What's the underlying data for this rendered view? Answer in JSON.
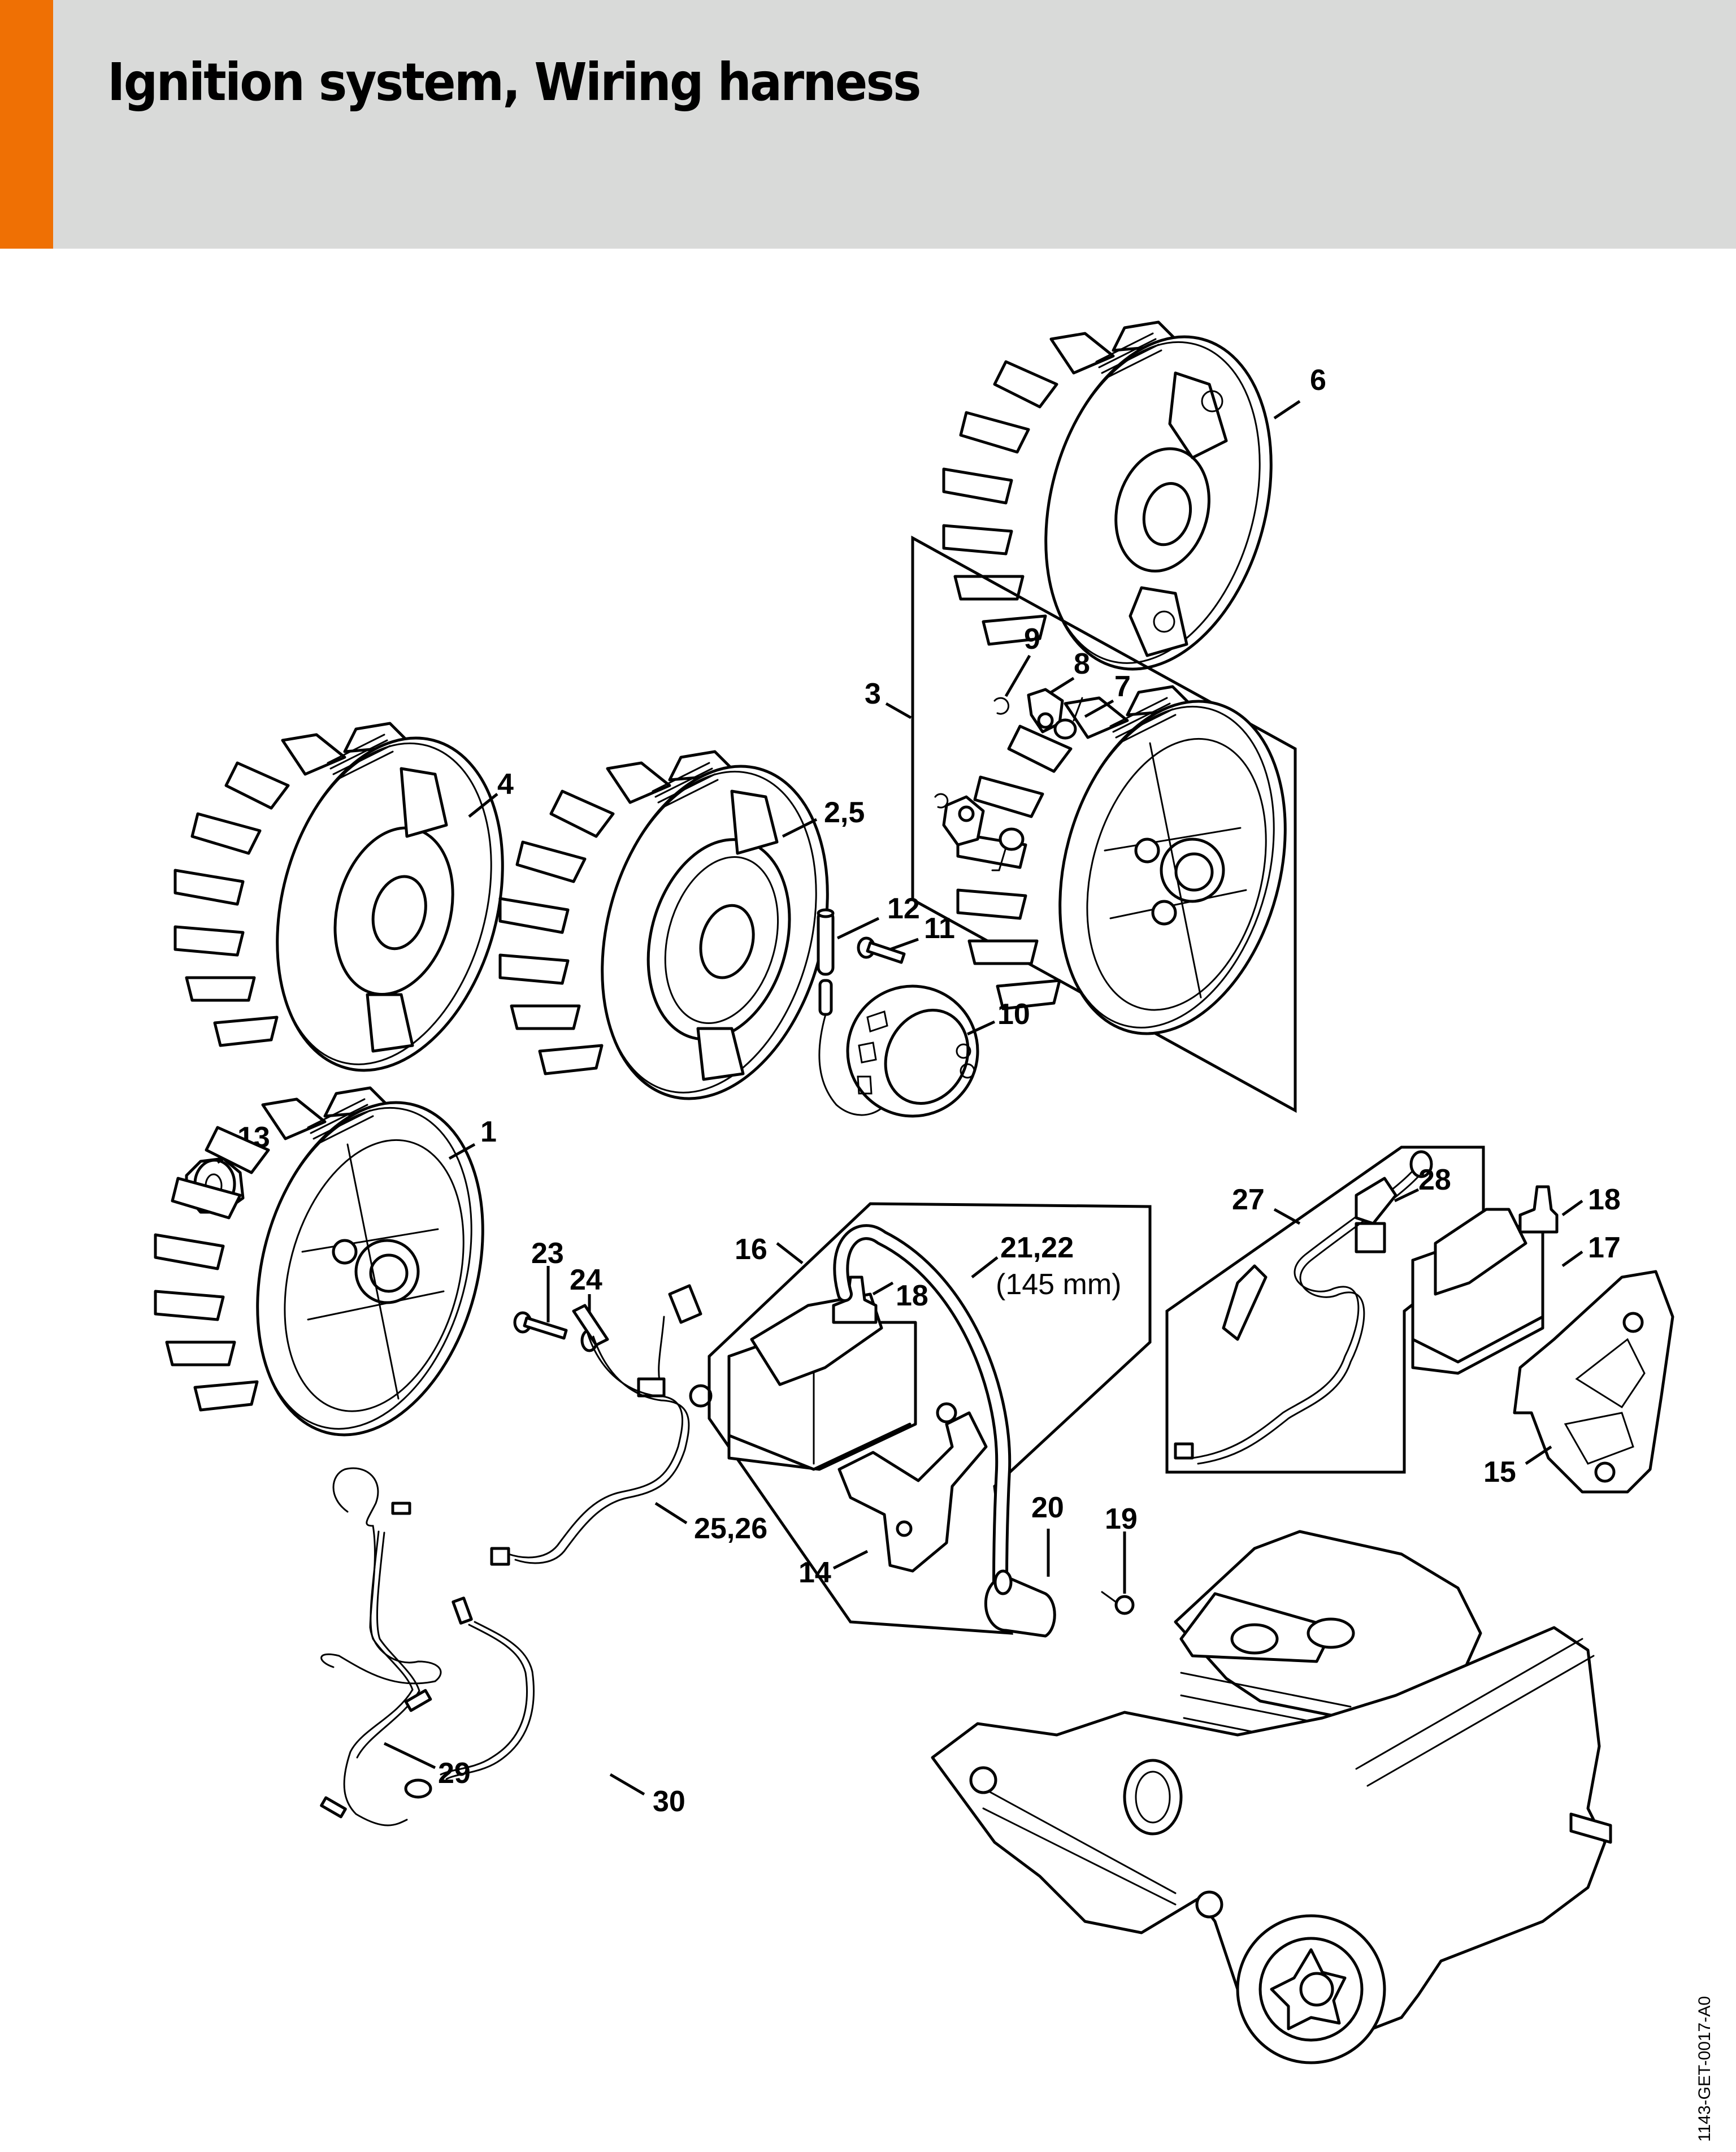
{
  "page": {
    "title": "Ignition system, Wiring harness",
    "accent_color": "#ef7004",
    "header_color": "#d9dad9",
    "drawing_reference": "1143-GET-0017-A0"
  },
  "callouts": {
    "c1": "1",
    "c2_5": "2,5",
    "c3": "3",
    "c4": "4",
    "c6": "6",
    "c7": "7",
    "c8": "8",
    "c9": "9",
    "c10": "10",
    "c11": "11",
    "c12": "12",
    "c13": "13",
    "c14": "14",
    "c15": "15",
    "c16": "16",
    "c17": "17",
    "c18a": "18",
    "c18b": "18",
    "c19": "19",
    "c20": "20",
    "c21_22": "21,22",
    "c21_22_note": "(145 mm)",
    "c23": "23",
    "c24": "24",
    "c25_26": "25,26",
    "c27": "27",
    "c28": "28",
    "c29": "29",
    "c30": "30"
  },
  "parts_icons": {
    "flywheel": "flywheel-icon",
    "nut": "hex-nut-icon",
    "ignition_module": "ignition-module-icon",
    "wiring_harness": "wiring-harness-icon",
    "engine": "engine-assembly-icon"
  }
}
